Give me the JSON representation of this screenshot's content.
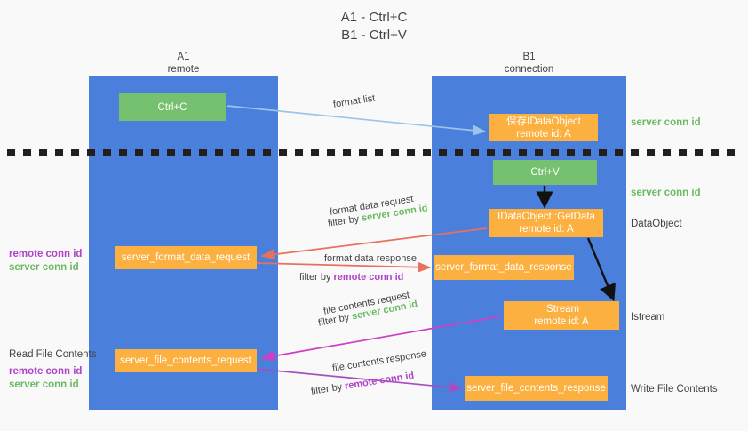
{
  "title": {
    "line1": "A1 - Ctrl+C",
    "line2": "B1 - Ctrl+V"
  },
  "columns": {
    "a": {
      "name": "A1",
      "role": "remote"
    },
    "b": {
      "name": "B1",
      "role": "connection"
    }
  },
  "boxes": {
    "ctrl_c": "Ctrl+C",
    "save_idataobject_l1": "保存IDataObject",
    "save_idataobject_l2": "remote id: A",
    "ctrl_v": "Ctrl+V",
    "getdata_l1": "IDataObject::GetData",
    "getdata_l2": "remote id: A",
    "format_data_response": "server_format_data_response",
    "istream_l1": "IStream",
    "istream_l2": "remote id: A",
    "file_contents_response": "server_file_contents_response",
    "format_data_request": "server_format_data_request",
    "file_contents_request": "server_file_contents_request"
  },
  "right_labels": {
    "server_conn_id_1": "server conn id",
    "server_conn_id_2": "server conn id",
    "dataobject": "DataObject",
    "istream": "Istream",
    "write_file_contents": "Write File Contents"
  },
  "left_labels": {
    "remote_conn_id_1": "remote conn id",
    "server_conn_id_1": "server conn id",
    "read_file_contents": "Read File Contents",
    "remote_conn_id_2": "remote conn id",
    "server_conn_id_2": "server conn id"
  },
  "edges": {
    "format_list": "format list",
    "format_data_request": "format data request",
    "format_data_request_filter_prefix": "filter by ",
    "format_data_request_filter_value": "server conn id",
    "format_data_response": "format data response",
    "format_data_response_filter_prefix": "filter by ",
    "format_data_response_filter_value": "remote conn id",
    "file_contents_request": "file contents request",
    "file_contents_request_filter_prefix": "filter by ",
    "file_contents_request_filter_value": "server conn id",
    "file_contents_response": "file contents response",
    "file_contents_response_filter_prefix": "filter by ",
    "file_contents_response_filter_value": "remote conn id"
  },
  "colors": {
    "column": "#4a80dc",
    "green_box": "#76c16f",
    "orange_box": "#fbb040",
    "green_text": "#6aba62",
    "purple_text": "#b043c9",
    "arrow_light_blue": "#9cc3ea",
    "arrow_red": "#e8705f",
    "arrow_magenta": "#cf3fc4",
    "arrow_purple": "#a64ec0",
    "arrow_black": "#000000",
    "background": "#f9f9f9"
  }
}
